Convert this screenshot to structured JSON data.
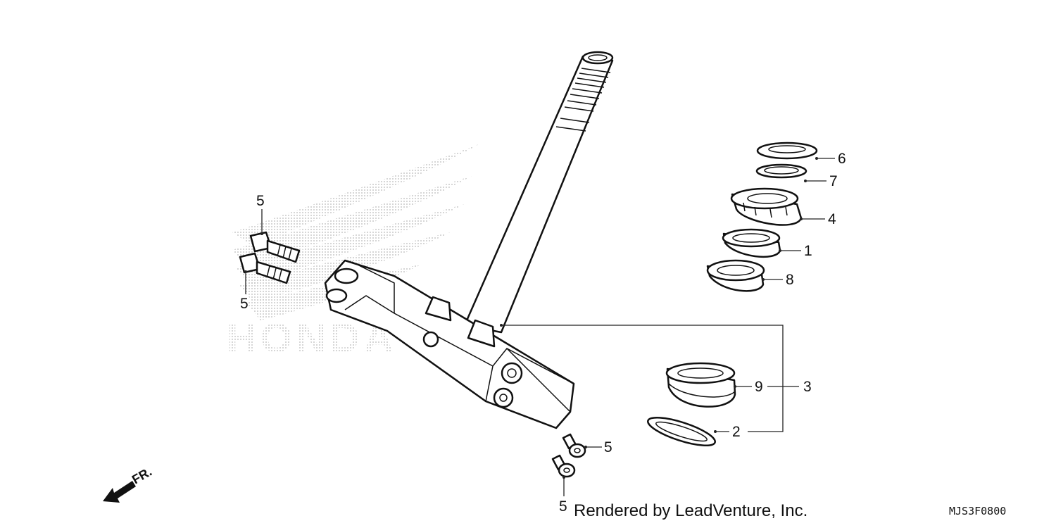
{
  "diagram": {
    "labels": {
      "p1": "1",
      "p2": "2",
      "p3": "3",
      "p4": "4",
      "p5a": "5",
      "p5b": "5",
      "p5c": "5",
      "p5d": "5",
      "p6": "6",
      "p7": "7",
      "p8": "8",
      "p9": "9"
    },
    "direction_marker": "FR.",
    "credit": "Rendered by LeadVenture, Inc.",
    "diagram_code": "MJS3F0800",
    "watermark_text": "HONDA"
  },
  "colors": {
    "line": "#111111",
    "watermark": "#c8c8c8",
    "background": "#ffffff"
  }
}
